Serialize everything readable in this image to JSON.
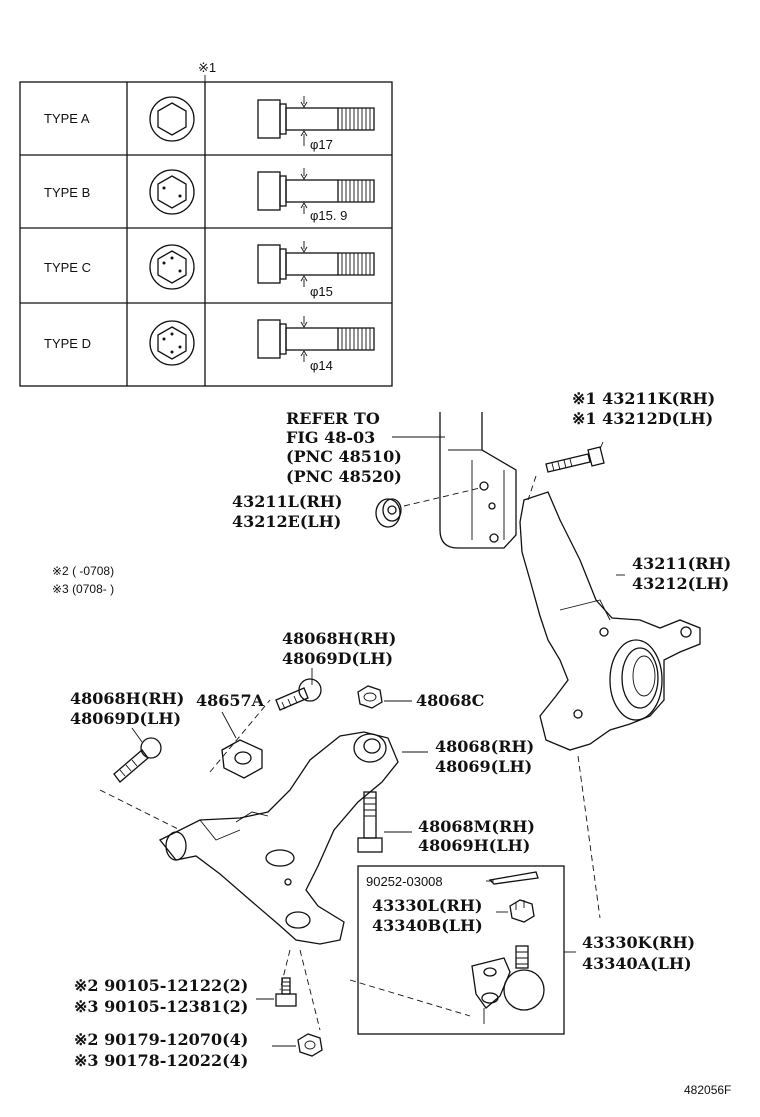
{
  "note_mark_1": "※1",
  "types_table": {
    "rows": [
      {
        "type": "TYPE A",
        "dim": "φ17"
      },
      {
        "type": "TYPE B",
        "dim": "φ15. 9"
      },
      {
        "type": "TYPE C",
        "dim": "φ15"
      },
      {
        "type": "TYPE D",
        "dim": "φ14"
      }
    ]
  },
  "refer": {
    "line1": "REFER TO",
    "line2": "FIG 48-03",
    "line3": "(PNC 48510)",
    "line4": "(PNC 48520)"
  },
  "notes": {
    "n2": "※2 (      -0708)",
    "n3": "※3 (0708-      )"
  },
  "labels": {
    "bolt_k": "※1 43211K(RH)",
    "bolt_d": "※1 43212D(LH)",
    "nut_l": "43211L(RH)",
    "nut_e": "43212E(LH)",
    "knuckle_rh": "43211(RH)",
    "knuckle_lh": "43212(LH)",
    "bolt_top_rh": "48068H(RH)",
    "bolt_top_lh": "48069D(LH)",
    "bolt_left_rh": "48068H(RH)",
    "bolt_left_lh": "48069D(LH)",
    "bracket": "48657A",
    "nut_c": "48068C",
    "arm_rh": "48068(RH)",
    "arm_lh": "48069(LH)",
    "bolt_m_rh": "48068M(RH)",
    "bolt_m_lh": "48069H(LH)",
    "pin": "90252-03008",
    "nut_ball_rh": "43330L(RH)",
    "nut_ball_lh": "43340B(LH)",
    "ball_rh": "43330K(RH)",
    "ball_lh": "43340A(LH)",
    "bolt_a_2": "※2 90105-12122(2)",
    "bolt_a_3": "※3 90105-12381(2)",
    "nut_b_2": "※2 90179-12070(4)",
    "nut_b_3": "※3 90178-12022(4)"
  },
  "figure_id": "482056F"
}
